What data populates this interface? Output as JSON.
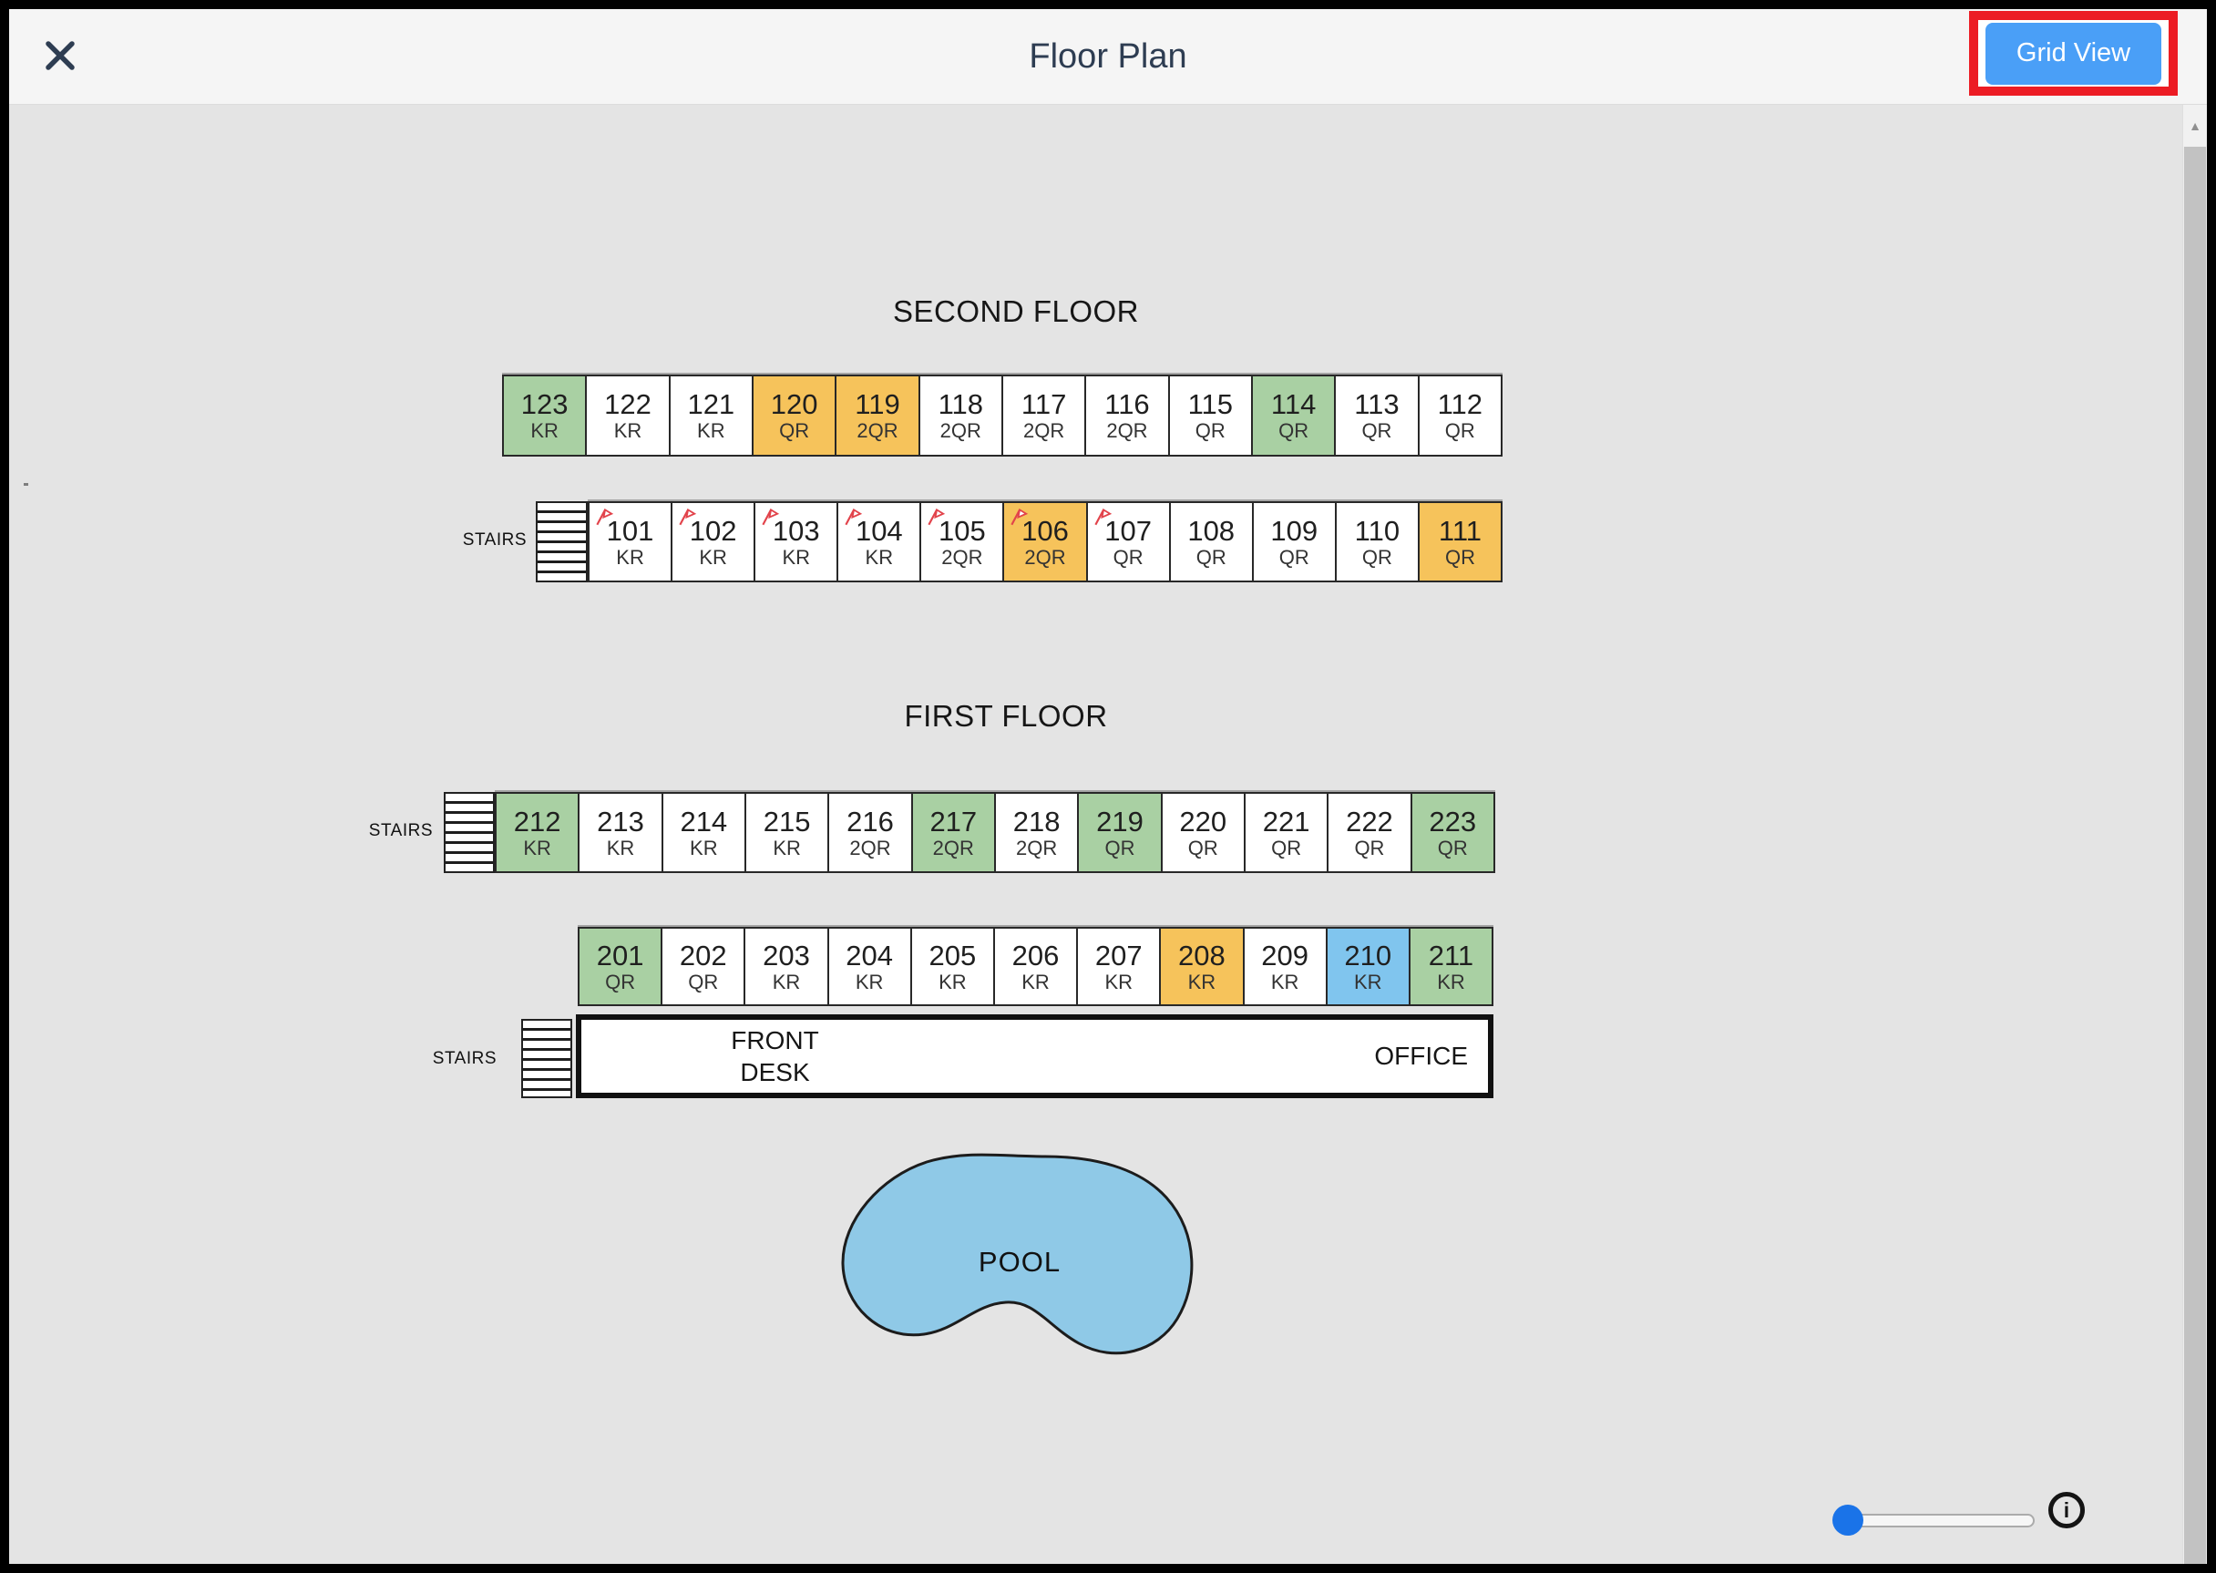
{
  "header": {
    "title": "Floor Plan",
    "grid_view_label": "Grid View"
  },
  "icons": {
    "close": "close-x",
    "info": "i",
    "scroll_up": "▲"
  },
  "labels": {
    "stairs": "STAIRS",
    "front_desk_line1": "FRONT",
    "front_desk_line2": "DESK",
    "office": "OFFICE",
    "pool": "POOL"
  },
  "colors": {
    "title": "#2e3d52",
    "accent_blue": "#4a9ff7",
    "annotation_red": "#ec1c24",
    "room_green": "#a9d0a3",
    "room_orange": "#f6c35b",
    "room_blue": "#80c5ee",
    "room_white": "#ffffff",
    "flag_red": "#e2434b",
    "slider_blue": "#1a73e8"
  },
  "floors": [
    {
      "name": "SECOND FLOOR",
      "rows": [
        {
          "rooms": [
            {
              "number": "123",
              "type": "KR",
              "color": "green"
            },
            {
              "number": "122",
              "type": "KR",
              "color": "white"
            },
            {
              "number": "121",
              "type": "KR",
              "color": "white"
            },
            {
              "number": "120",
              "type": "QR",
              "color": "orange"
            },
            {
              "number": "119",
              "type": "2QR",
              "color": "orange"
            },
            {
              "number": "118",
              "type": "2QR",
              "color": "white"
            },
            {
              "number": "117",
              "type": "2QR",
              "color": "white"
            },
            {
              "number": "116",
              "type": "2QR",
              "color": "white"
            },
            {
              "number": "115",
              "type": "QR",
              "color": "white"
            },
            {
              "number": "114",
              "type": "QR",
              "color": "green"
            },
            {
              "number": "113",
              "type": "QR",
              "color": "white"
            },
            {
              "number": "112",
              "type": "QR",
              "color": "white"
            }
          ]
        },
        {
          "stairs": "STAIRS",
          "rooms": [
            {
              "number": "101",
              "type": "KR",
              "color": "white",
              "flag": true
            },
            {
              "number": "102",
              "type": "KR",
              "color": "white",
              "flag": true
            },
            {
              "number": "103",
              "type": "KR",
              "color": "white",
              "flag": true
            },
            {
              "number": "104",
              "type": "KR",
              "color": "white",
              "flag": true
            },
            {
              "number": "105",
              "type": "2QR",
              "color": "white",
              "flag": true
            },
            {
              "number": "106",
              "type": "2QR",
              "color": "orange",
              "flag": true
            },
            {
              "number": "107",
              "type": "QR",
              "color": "white",
              "flag": true
            },
            {
              "number": "108",
              "type": "QR",
              "color": "white"
            },
            {
              "number": "109",
              "type": "QR",
              "color": "white"
            },
            {
              "number": "110",
              "type": "QR",
              "color": "white"
            },
            {
              "number": "111",
              "type": "QR",
              "color": "orange"
            }
          ]
        }
      ]
    },
    {
      "name": "FIRST FLOOR",
      "rows": [
        {
          "stairs": "STAIRS",
          "rooms": [
            {
              "number": "212",
              "type": "KR",
              "color": "green"
            },
            {
              "number": "213",
              "type": "KR",
              "color": "white"
            },
            {
              "number": "214",
              "type": "KR",
              "color": "white"
            },
            {
              "number": "215",
              "type": "KR",
              "color": "white"
            },
            {
              "number": "216",
              "type": "2QR",
              "color": "white"
            },
            {
              "number": "217",
              "type": "2QR",
              "color": "green"
            },
            {
              "number": "218",
              "type": "2QR",
              "color": "white"
            },
            {
              "number": "219",
              "type": "QR",
              "color": "green"
            },
            {
              "number": "220",
              "type": "QR",
              "color": "white"
            },
            {
              "number": "221",
              "type": "QR",
              "color": "white"
            },
            {
              "number": "222",
              "type": "QR",
              "color": "white"
            },
            {
              "number": "223",
              "type": "QR",
              "color": "green"
            }
          ]
        },
        {
          "rooms": [
            {
              "number": "201",
              "type": "QR",
              "color": "green"
            },
            {
              "number": "202",
              "type": "QR",
              "color": "white"
            },
            {
              "number": "203",
              "type": "KR",
              "color": "white"
            },
            {
              "number": "204",
              "type": "KR",
              "color": "white"
            },
            {
              "number": "205",
              "type": "KR",
              "color": "white"
            },
            {
              "number": "206",
              "type": "KR",
              "color": "white"
            },
            {
              "number": "207",
              "type": "KR",
              "color": "white"
            },
            {
              "number": "208",
              "type": "KR",
              "color": "orange"
            },
            {
              "number": "209",
              "type": "KR",
              "color": "white"
            },
            {
              "number": "210",
              "type": "KR",
              "color": "blue"
            },
            {
              "number": "211",
              "type": "KR",
              "color": "green"
            }
          ]
        }
      ]
    }
  ]
}
